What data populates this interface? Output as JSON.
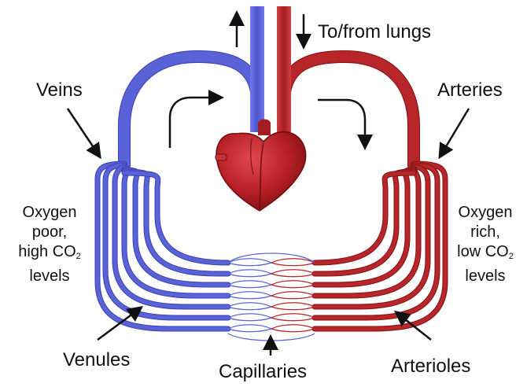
{
  "labels": {
    "lungs": "To/from lungs",
    "veins": "Veins",
    "arteries": "Arteries",
    "venules": "Venules",
    "capillaries": "Capillaries",
    "arterioles": "Arterioles"
  },
  "left_note": {
    "line1": "Oxygen",
    "line2": "poor,",
    "line3_prefix": "high CO",
    "line3_sub": "2",
    "line4": "levels"
  },
  "right_note": {
    "line1": "Oxygen",
    "line2": "rich,",
    "line3_prefix": "low CO",
    "line3_sub": "2",
    "line4": "levels"
  },
  "colors": {
    "vein": "#5a62d8",
    "vein_dark": "#3a40b0",
    "artery": "#b8262a",
    "artery_dark": "#7e1316",
    "heart": "#b51f24",
    "arrow": "#111111"
  },
  "icons": [
    "heart-icon"
  ]
}
